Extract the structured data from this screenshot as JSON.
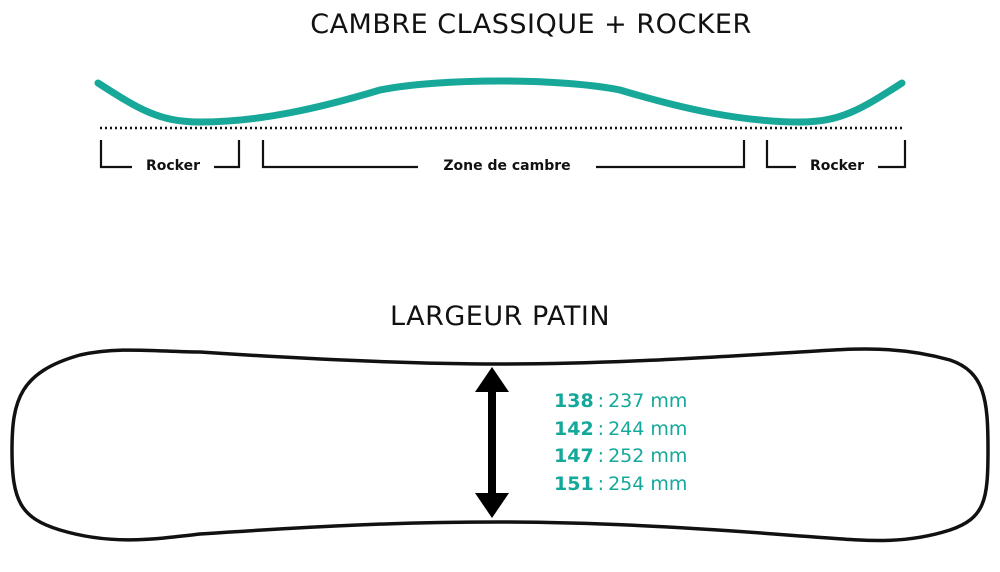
{
  "profile": {
    "title": "CAMBRE CLASSIQUE + ROCKER",
    "curve_color": "#17a89a",
    "zones": [
      {
        "label": "Rocker"
      },
      {
        "label": "Zone de cambre"
      },
      {
        "label": "Rocker"
      }
    ]
  },
  "width": {
    "title": "LARGEUR PATIN",
    "value_color": "#14a89b",
    "separator": ":",
    "rows": [
      {
        "size": "138",
        "value": "237 mm"
      },
      {
        "size": "142",
        "value": "244 mm"
      },
      {
        "size": "147",
        "value": "252 mm"
      },
      {
        "size": "151",
        "value": "254 mm"
      }
    ]
  }
}
